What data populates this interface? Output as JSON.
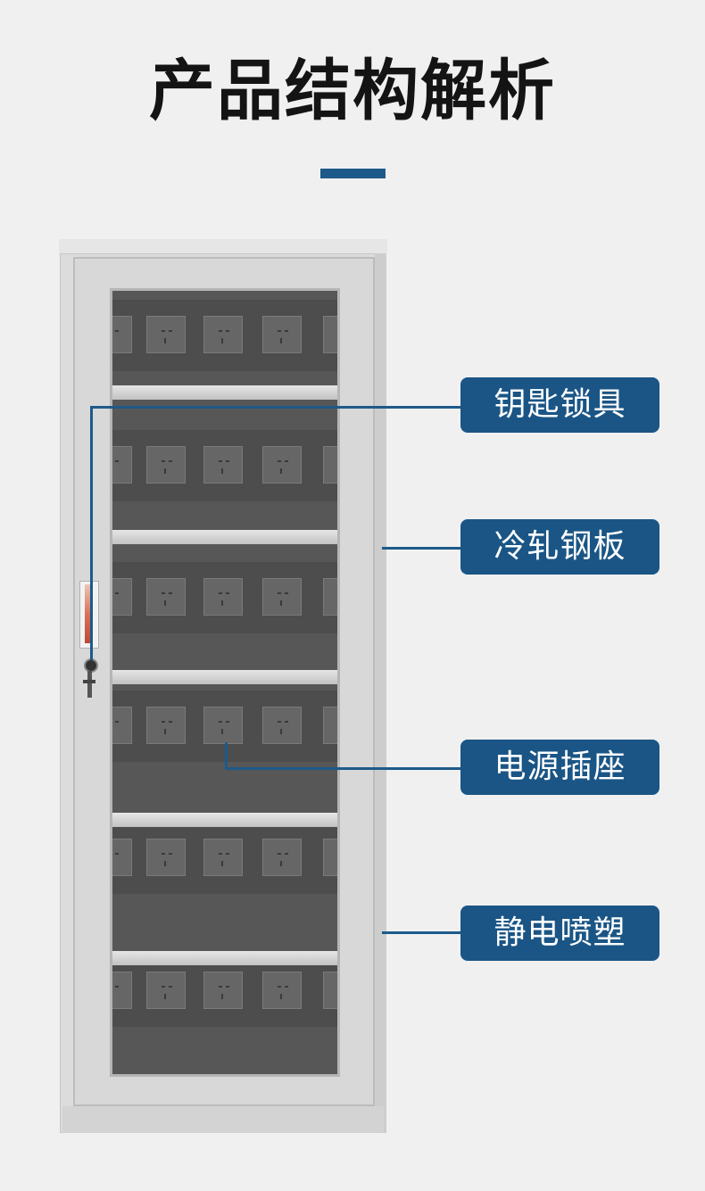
{
  "title": "产品结构解析",
  "labels": {
    "key_lock": "钥匙锁具",
    "cold_rolled": "冷轧钢板",
    "power_socket": "电源插座",
    "powder_coating": "静电喷塑"
  },
  "colors": {
    "accent": "#1d5a8a",
    "label_bg": "#1a5585",
    "background": "#f0f0f0"
  }
}
